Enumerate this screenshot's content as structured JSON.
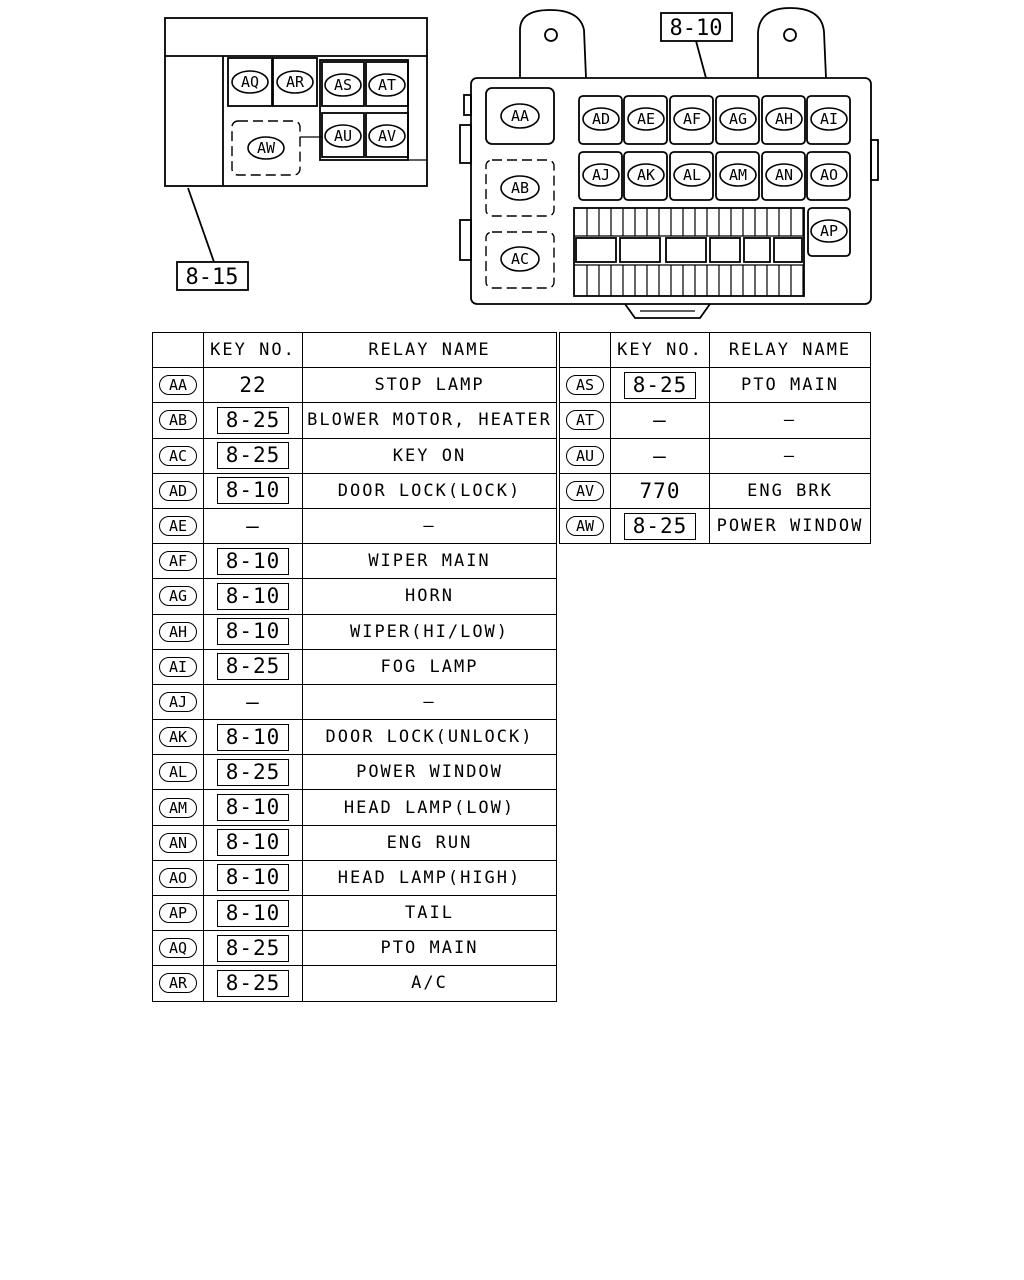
{
  "callouts": {
    "panel_left": "8-15",
    "panel_right": "8-10"
  },
  "left_panel_relays": [
    "AQ",
    "AR",
    "AS",
    "AT",
    "AU",
    "AV",
    "AW"
  ],
  "right_panel_relays": {
    "large": [
      "AA",
      "AB",
      "AC"
    ],
    "row1": [
      "AD",
      "AE",
      "AF",
      "AG",
      "AH",
      "AI"
    ],
    "row2": [
      "AJ",
      "AK",
      "AL",
      "AM",
      "AN",
      "AO"
    ],
    "side": "AP"
  },
  "table_headers": {
    "key_no": "KEY NO.",
    "relay_name": "RELAY NAME"
  },
  "table_left": [
    {
      "key": "AA",
      "key_no": "22",
      "boxed": false,
      "name": "STOP LAMP"
    },
    {
      "key": "AB",
      "key_no": "8-25",
      "boxed": true,
      "name": "BLOWER MOTOR, HEATER"
    },
    {
      "key": "AC",
      "key_no": "8-25",
      "boxed": true,
      "name": "KEY ON"
    },
    {
      "key": "AD",
      "key_no": "8-10",
      "boxed": true,
      "name": "DOOR LOCK(LOCK)"
    },
    {
      "key": "AE",
      "key_no": "—",
      "boxed": false,
      "name": "—"
    },
    {
      "key": "AF",
      "key_no": "8-10",
      "boxed": true,
      "name": "WIPER MAIN"
    },
    {
      "key": "AG",
      "key_no": "8-10",
      "boxed": true,
      "name": "HORN"
    },
    {
      "key": "AH",
      "key_no": "8-10",
      "boxed": true,
      "name": "WIPER(HI/LOW)"
    },
    {
      "key": "AI",
      "key_no": "8-25",
      "boxed": true,
      "name": "FOG LAMP"
    },
    {
      "key": "AJ",
      "key_no": "—",
      "boxed": false,
      "name": "—"
    },
    {
      "key": "AK",
      "key_no": "8-10",
      "boxed": true,
      "name": "DOOR LOCK(UNLOCK)"
    },
    {
      "key": "AL",
      "key_no": "8-25",
      "boxed": true,
      "name": "POWER WINDOW"
    },
    {
      "key": "AM",
      "key_no": "8-10",
      "boxed": true,
      "name": "HEAD LAMP(LOW)"
    },
    {
      "key": "AN",
      "key_no": "8-10",
      "boxed": true,
      "name": "ENG RUN"
    },
    {
      "key": "AO",
      "key_no": "8-10",
      "boxed": true,
      "name": "HEAD LAMP(HIGH)"
    },
    {
      "key": "AP",
      "key_no": "8-10",
      "boxed": true,
      "name": "TAIL"
    },
    {
      "key": "AQ",
      "key_no": "8-25",
      "boxed": true,
      "name": "PTO MAIN"
    },
    {
      "key": "AR",
      "key_no": "8-25",
      "boxed": true,
      "name": "A/C"
    }
  ],
  "table_right": [
    {
      "key": "AS",
      "key_no": "8-25",
      "boxed": true,
      "name": "PTO MAIN"
    },
    {
      "key": "AT",
      "key_no": "—",
      "boxed": false,
      "name": "—"
    },
    {
      "key": "AU",
      "key_no": "—",
      "boxed": false,
      "name": "—"
    },
    {
      "key": "AV",
      "key_no": "770",
      "boxed": false,
      "name": "ENG BRK"
    },
    {
      "key": "AW",
      "key_no": "8-25",
      "boxed": true,
      "name": "POWER WINDOW"
    }
  ]
}
